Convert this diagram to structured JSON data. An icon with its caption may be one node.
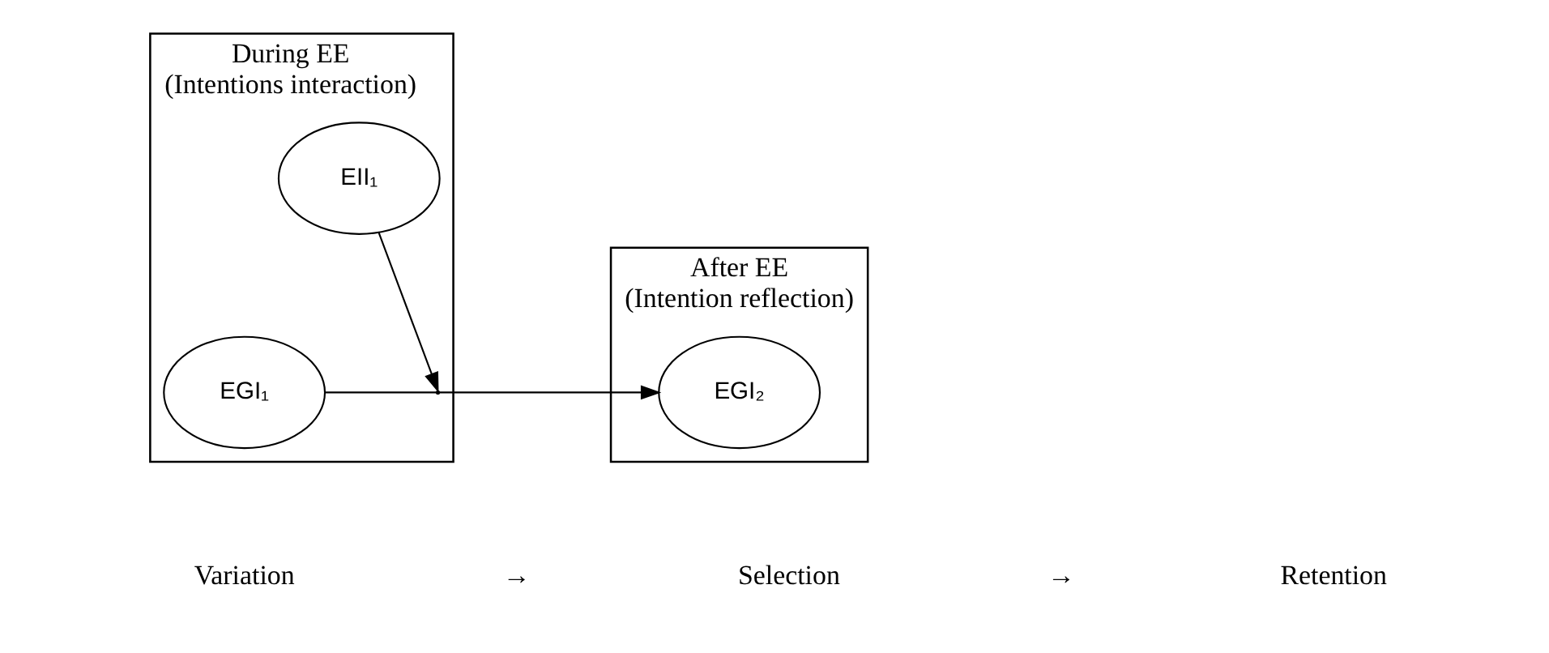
{
  "diagram": {
    "nodes": [
      {
        "text": [
          "During EE",
          "(Intentions interaction)"
        ]
      },
      {
        "text": [
          "After EE",
          "(Intention reflection)"
        ]
      },
      {
        "text": [
          "EII₁"
        ],
        "in": 0
      },
      {
        "text": [
          "EGI₁"
        ],
        "in": 0
      },
      {
        "text": [
          "EGI₂"
        ],
        "in": 1
      }
    ],
    "edges": [
      {
        "from": 3,
        "to": 4,
        "arrow": "to"
      },
      {
        "from": 2,
        "to": null,
        "arrow": "to"
      }
    ],
    "labels": [
      "Variation",
      "→",
      "Selection",
      "→",
      "Retention"
    ]
  }
}
